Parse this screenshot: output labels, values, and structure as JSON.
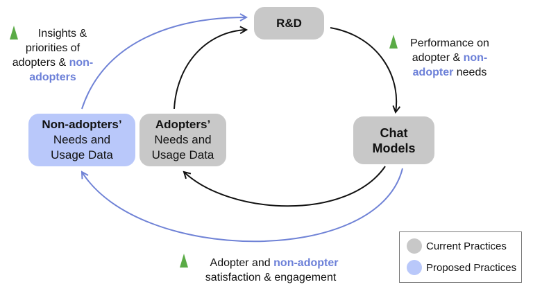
{
  "nodes": {
    "rd": {
      "label": "R&D"
    },
    "chat_models": {
      "line1": "Chat",
      "line2": "Models"
    },
    "adopters": {
      "line1": "Adopters’",
      "line2": "Needs and",
      "line3": "Usage Data"
    },
    "non_adopters": {
      "line1": "Non-adopters’",
      "line2": "Needs and",
      "line3": "Usage Data"
    }
  },
  "annotations": {
    "insights": {
      "l1": "Insights &",
      "l2": "priorities of",
      "l3a": "adopters & ",
      "l3b": "non-",
      "l4": "adopters"
    },
    "performance": {
      "l1": "Performance on",
      "l2a": "adopter & ",
      "l2b": "non-",
      "l3a": "adopter",
      "l3b": " needs"
    },
    "satisfaction": {
      "l1a": "Adopter and ",
      "l1b": "non-adopter",
      "l2": "satisfaction & engagement"
    }
  },
  "legend": {
    "items": [
      {
        "label": "Current Practices",
        "color": "#c8c8c8"
      },
      {
        "label": "Proposed Practices",
        "color": "#b9c8fa"
      }
    ]
  },
  "colors": {
    "current": "#c8c8c8",
    "proposed": "#b9c8fa",
    "highlight": "#6c80d8",
    "increase_triangle": "#5aab46",
    "proposed_arrow": "#6f82d6"
  }
}
